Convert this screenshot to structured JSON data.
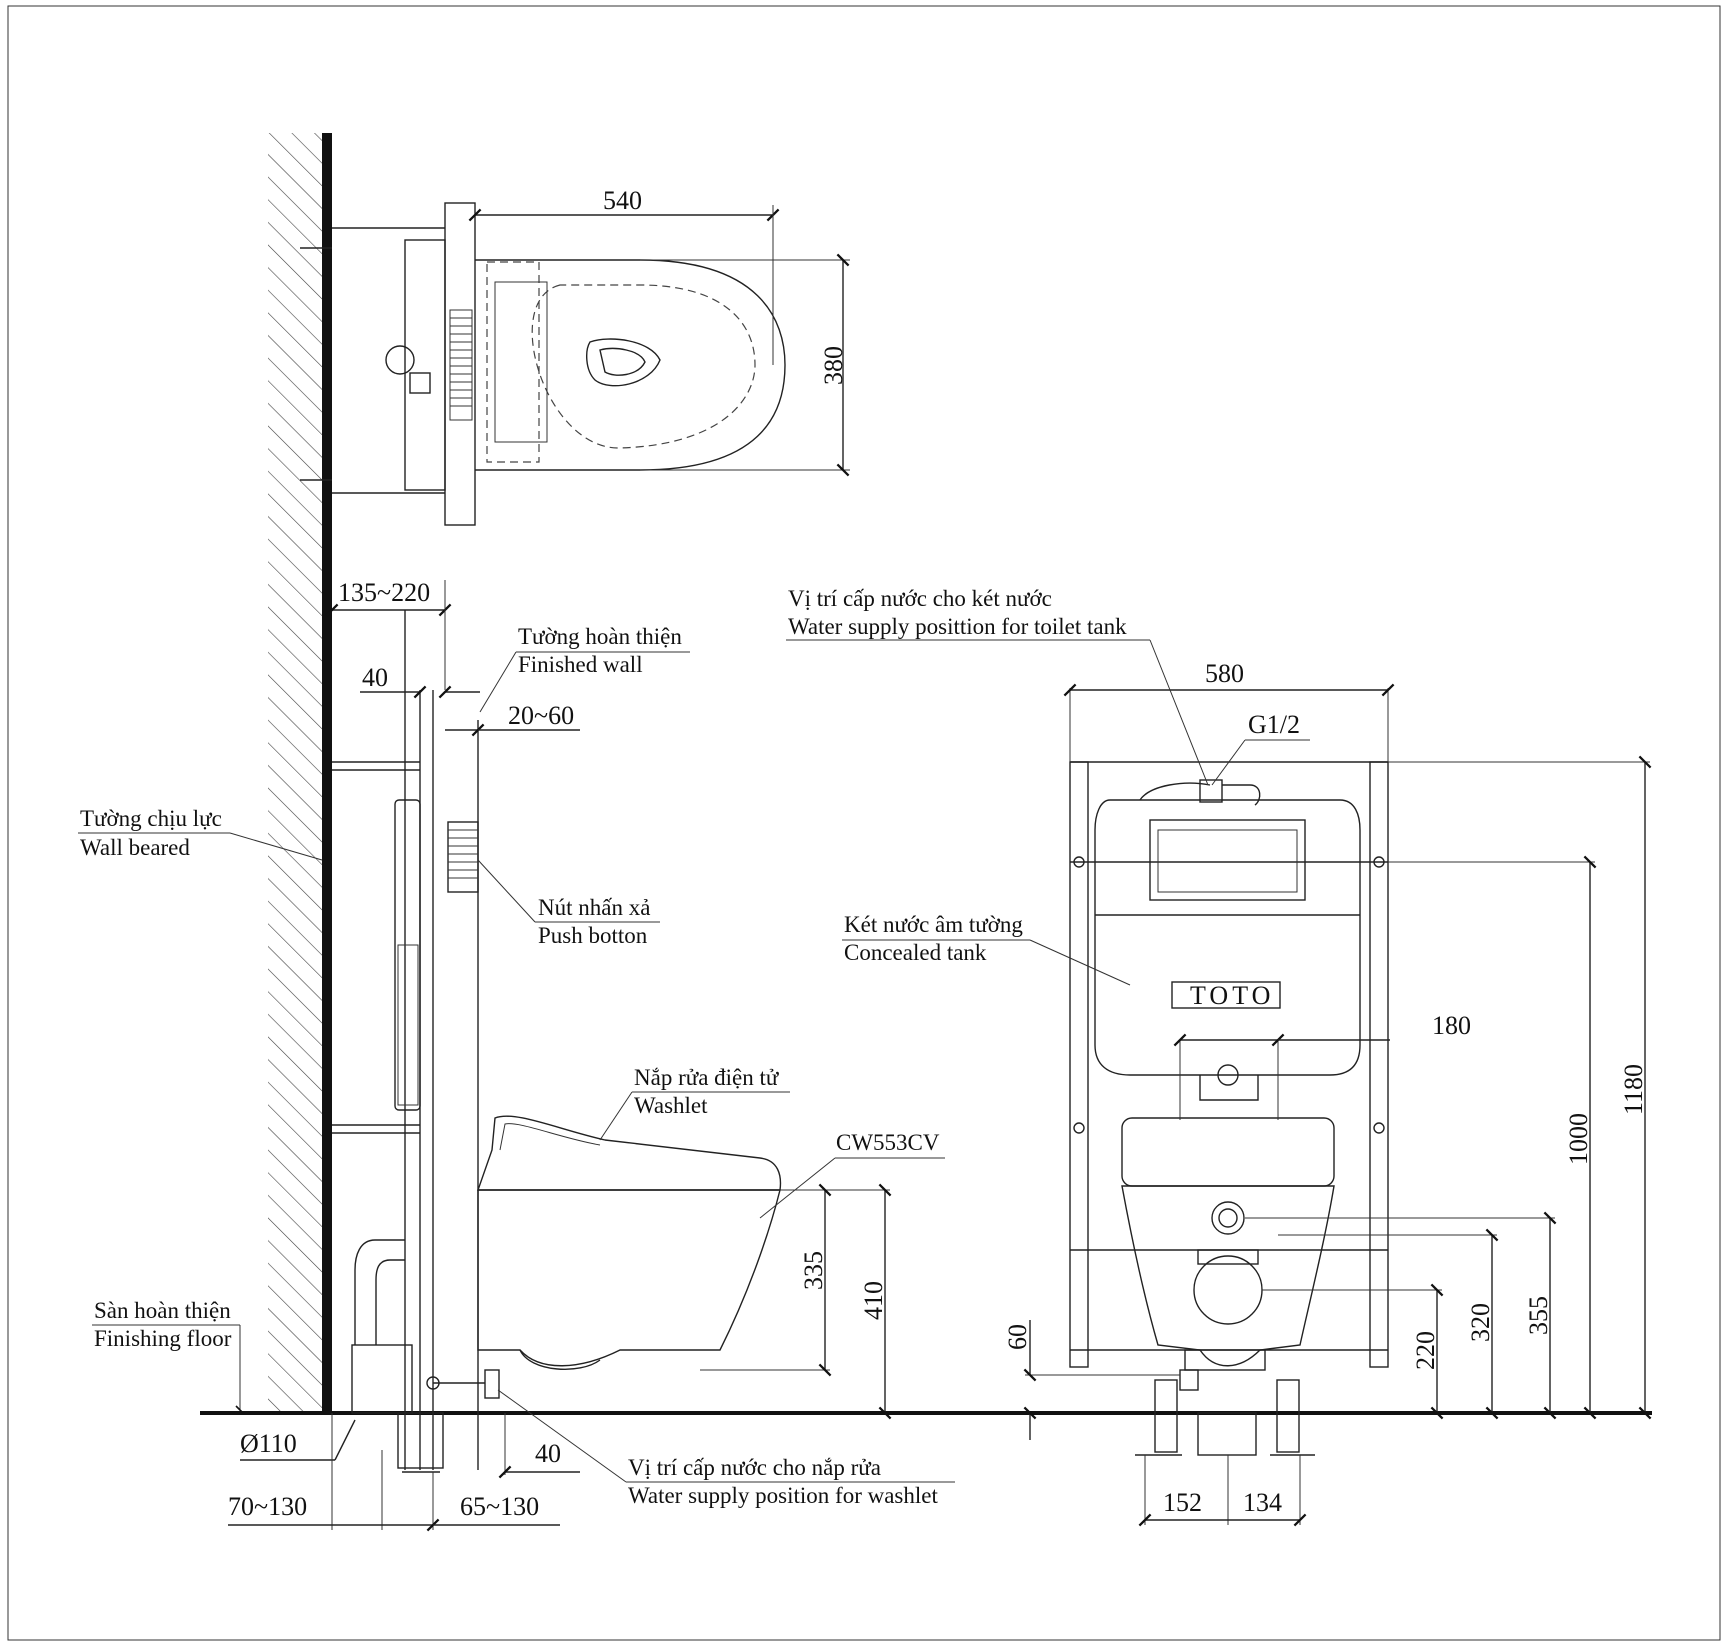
{
  "dimensions": {
    "top_width": "540",
    "top_depth": "380",
    "wall_offset": "135~220",
    "panel_40": "40",
    "finish_gap": "20~60",
    "tank_width": "580",
    "pipe_thread": "G1/2",
    "bolt_spacing": "180",
    "h_1180": "1180",
    "h_1000": "1000",
    "h_355": "355",
    "h_320": "320",
    "h_220": "220",
    "h_60": "60",
    "h_335": "335",
    "h_410": "410",
    "pipe_dia": "Ø110",
    "floor_40": "40",
    "range_70_130": "70~130",
    "range_65_130": "65~130",
    "foot_152": "152",
    "foot_134": "134"
  },
  "labels": {
    "finished_wall_vi": "Tường hoàn thiện",
    "finished_wall_en": "Finished wall",
    "bearing_wall_vi": "Tường chịu lực",
    "bearing_wall_en": "Wall beared",
    "push_button_vi": "Nút nhấn xả",
    "push_button_en": "Push botton",
    "washlet_vi": "Nắp rửa điện tử",
    "washlet_en": "Washlet",
    "model": "CW553CV",
    "finish_floor_vi": "Sàn hoàn thiện",
    "finish_floor_en": "Finishing floor",
    "washlet_supply_vi": "Vị trí cấp nước cho nắp rửa",
    "washlet_supply_en": "Water supply position for washlet",
    "tank_supply_vi": "Vị trí cấp nước cho két nước",
    "tank_supply_en": "Water supply posittion for toilet tank",
    "concealed_tank_vi": "Két nước âm tường",
    "concealed_tank_en": "Concealed tank",
    "brand": "TOTO"
  }
}
